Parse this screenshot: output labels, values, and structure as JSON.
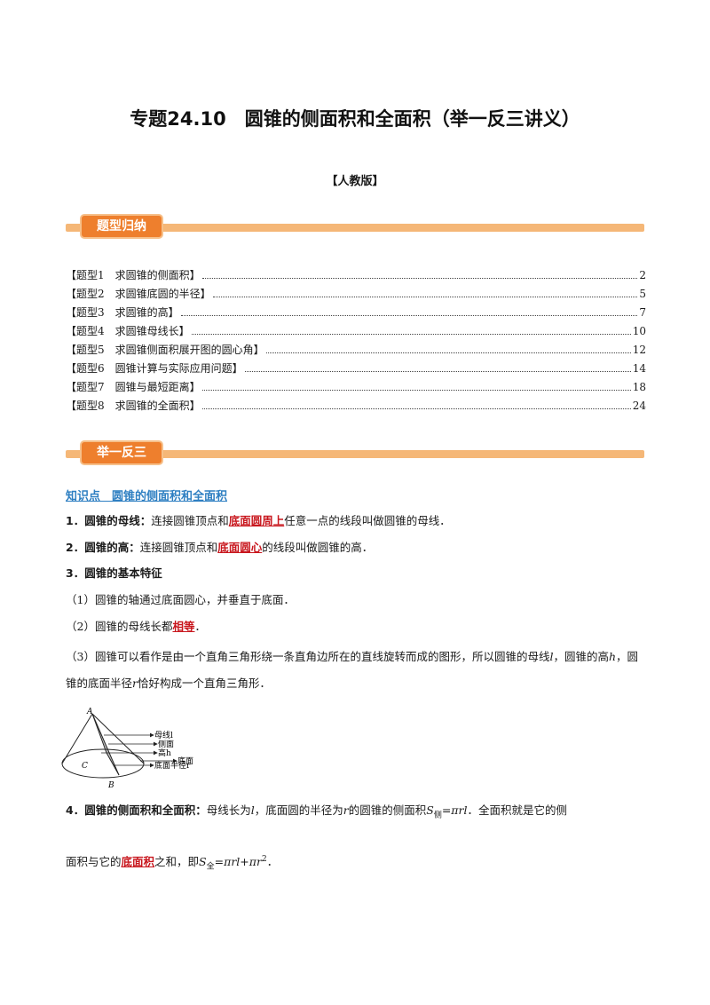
{
  "doc": {
    "title": "专题24.10　圆锥的侧面积和全面积（举一反三讲义）",
    "subtitle": "【人教版】"
  },
  "banners": {
    "summary": "题型归纳",
    "practice": "举一反三"
  },
  "toc": [
    {
      "label": "【题型1　求圆锥的侧面积】",
      "page": "2"
    },
    {
      "label": "【题型2　求圆锥底圆的半径】",
      "page": "5"
    },
    {
      "label": "【题型3　求圆锥的高】",
      "page": "7"
    },
    {
      "label": "【题型4　求圆锥母线长】",
      "page": "10"
    },
    {
      "label": "【题型5　求圆锥侧面积展开图的圆心角】",
      "page": "12"
    },
    {
      "label": "【题型6　圆锥计算与实际应用问题】",
      "page": "14"
    },
    {
      "label": "【题型7　圆锥与最短距离】",
      "page": "18"
    },
    {
      "label": "【题型8　求圆锥的全面积】",
      "page": "24"
    }
  ],
  "knowledge": {
    "title": "知识点　圆锥的侧面积和全面积",
    "p1": {
      "head": "1．圆锥的母线：",
      "t1": "连接圆锥顶点和",
      "red": "底面圆周上",
      "t2": "任意一点的线段叫做圆锥的母线．"
    },
    "p2": {
      "head": "2．圆锥的高：",
      "t1": "连接圆锥顶点和",
      "red": "底面圆心",
      "t2": "的线段叫做圆锥的高．"
    },
    "p3": {
      "head": "3．圆锥的基本特征"
    },
    "p3a": "（1）圆锥的轴通过底面圆心，并垂直于底面．",
    "p3b": {
      "t1": "（2）圆锥的母线长都",
      "red": "相等",
      "t2": "．"
    },
    "p3c": {
      "t1": "（3）圆锥可以看作是由一个直角三角形绕一条直角边所在的直线旋转而成的图形，所以圆锥的母线",
      "l": "l",
      "t2": "，圆锥的高",
      "h": "h",
      "t3": "，圆锥的底面半径",
      "r": "r",
      "t4": "恰好构成一个直角三角形．"
    },
    "p4": {
      "head": "4．圆锥的侧面积和全面积：",
      "t1": "母线长为",
      "l": "l",
      "t2": "，底面圆的半径为",
      "r": "r",
      "t3": "的圆锥的侧面积",
      "S": "S",
      "sub1": "侧",
      "f1": "=πrl",
      "t4": "．全面积就是它的侧",
      "t5": "面积与它的",
      "red": "底面积",
      "t6": "之和，即",
      "sub2": "全",
      "f2": "=πrl+πr",
      "sup": "2",
      "t7": "．"
    }
  },
  "figure": {
    "A": "A",
    "B": "B",
    "C": "C",
    "mu": "母线l",
    "ce": "侧面",
    "gao": "高h",
    "banjing": "底面半径r",
    "dimian": "底面"
  },
  "colors": {
    "orange": "#ee7f2d",
    "orange_light": "#f5b777",
    "blue": "#2e7fc2",
    "red": "#c8161d"
  }
}
